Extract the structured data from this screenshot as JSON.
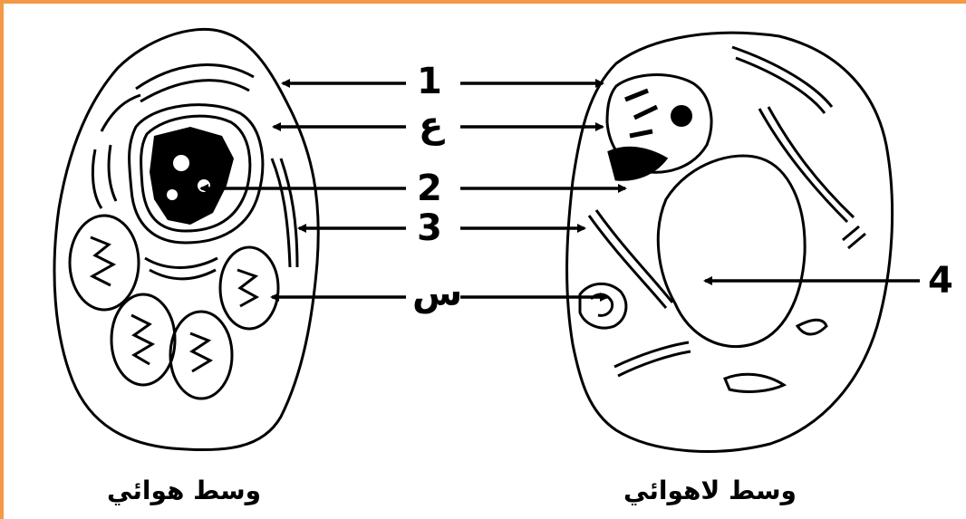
{
  "labels": {
    "l1": "1",
    "l_ain": "ع",
    "l2": "2",
    "l3": "3",
    "l_seen": "س",
    "l4": "4"
  },
  "captions": {
    "aerobic": "وسط هوائي",
    "anaerobic": "وسط لاهوائي"
  },
  "colors": {
    "frame": "#f39a46",
    "ink": "#000000"
  }
}
